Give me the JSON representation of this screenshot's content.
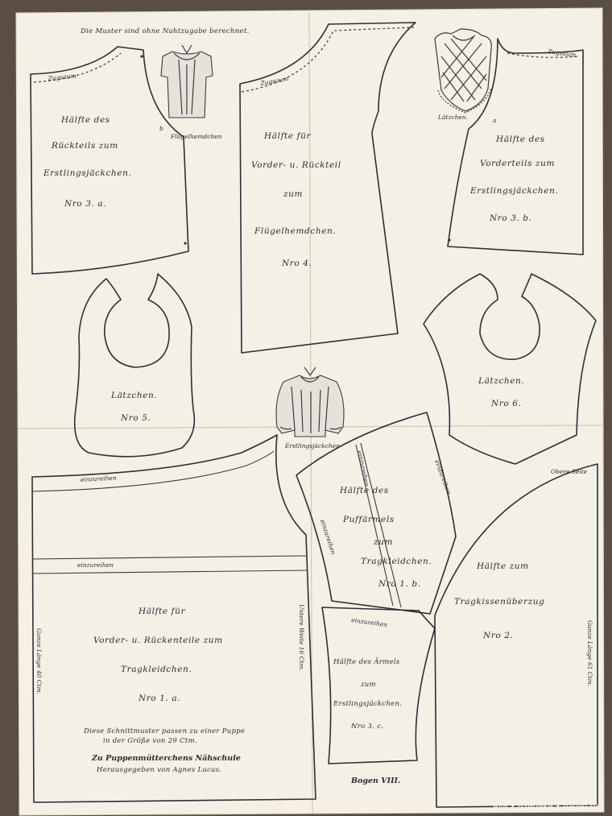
{
  "sheet": {
    "header_note": "Die Muster sind ohne Nahtzugabe berechnet.",
    "sheet_number": "Bogen VIII."
  },
  "piece_3a": {
    "label_zugsaum": "Zugsaum",
    "line1": "Hälfte des",
    "line2": "Rückteils zum",
    "line3": "Erstlingsjäckchen.",
    "number": "Nro 3. a."
  },
  "piece_4": {
    "label_zugsaum": "Zugsaum",
    "line1": "Hälfte für",
    "line2": "Vorder- u. Rückteil",
    "line3": "zum",
    "line4": "Flügelhemdchen.",
    "number": "Nro 4."
  },
  "piece_3b": {
    "label_zugsaum": "Zugsaum",
    "line1": "Hälfte des",
    "line2": "Vorderteils zum",
    "line3": "Erstlingsjäckchen.",
    "number": "Nro 3. b."
  },
  "piece_5": {
    "title": "Lätzchen.",
    "number": "Nro 5."
  },
  "piece_6": {
    "title": "Lätzchen.",
    "number": "Nro 6."
  },
  "piece_1a": {
    "label_einzureihen_top": "einzureihen",
    "label_einzureihen_mid": "einzureihen",
    "line1": "Hälfte für",
    "line2": "Vorder- u. Rückenteile zum",
    "line3": "Tragkleidchen.",
    "number": "Nro 1. a.",
    "side_length": "Ganze Länge 40 Ctm.",
    "width_note": "Untere Weite 16 Ctm."
  },
  "piece_1b": {
    "label_einzureihen_a": "einzureihen",
    "label_einzureihen_b": "einzureihen",
    "label_einzureihen_c": "einzureihen",
    "line1": "Hälfte des",
    "line2": "Puffärmels",
    "line3": "zum",
    "line4": "Tragkleidchen.",
    "number": "Nro 1. b."
  },
  "piece_3c": {
    "label_einzureihen": "einzureihen",
    "line1": "Hälfte des Ärmels",
    "line2": "zum",
    "line3": "Erstlingsjäckchen.",
    "number": "Nro 3. c."
  },
  "piece_2": {
    "top_side": "Obere Seite",
    "line1": "Hälfte zum",
    "line2": "Tragkissenüberzug",
    "number": "Nro 2.",
    "side_length": "Ganze Länge 61 Ctm."
  },
  "illustrations": {
    "fluegelhemdchen": "Flügelhemdchen",
    "laetzchen": "Lätzchen.",
    "erstlingsjaeckchen": "Erstlingsjäckchen"
  },
  "footer": {
    "note_line1": "Diese Schnittmuster passen zu einer Puppe",
    "note_line2": "in der Größe von 29 Ctm.",
    "series": "Zu Puppenmütterchens Nähschule",
    "editor": "Herausgegeben von Agnes Lucas."
  },
  "watermark": {
    "text": "Alla • Бэйбики • babiki.ru"
  }
}
